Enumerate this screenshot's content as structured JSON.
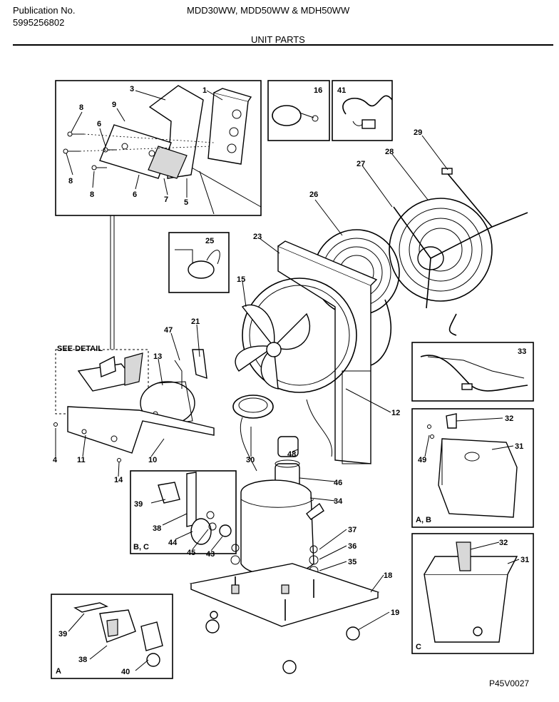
{
  "header": {
    "publication_label": "Publication No.",
    "publication_number": "5995256802",
    "models": "MDD30WW, MDD50WW & MDH50WW",
    "section_title": "UNIT PARTS"
  },
  "footer": {
    "drawing_code": "P45V0027"
  },
  "panels": {
    "see_detail": "SEE DETAIL",
    "label_ab": "A, B",
    "label_bc": "B, C",
    "label_a": "A",
    "label_c": "C"
  },
  "callouts": [
    {
      "id": "c1",
      "text": "1"
    },
    {
      "id": "c3",
      "text": "3"
    },
    {
      "id": "c9",
      "text": "9"
    },
    {
      "id": "c8a",
      "text": "8"
    },
    {
      "id": "c8b",
      "text": "8"
    },
    {
      "id": "c8c",
      "text": "8"
    },
    {
      "id": "c6a",
      "text": "6"
    },
    {
      "id": "c6b",
      "text": "6"
    },
    {
      "id": "c7",
      "text": "7"
    },
    {
      "id": "c5",
      "text": "5"
    },
    {
      "id": "c16",
      "text": "16"
    },
    {
      "id": "c41",
      "text": "41"
    },
    {
      "id": "c29",
      "text": "29"
    },
    {
      "id": "c28",
      "text": "28"
    },
    {
      "id": "c27",
      "text": "27"
    },
    {
      "id": "c26",
      "text": "26"
    },
    {
      "id": "c25",
      "text": "25"
    },
    {
      "id": "c23",
      "text": "23"
    },
    {
      "id": "c15",
      "text": "15"
    },
    {
      "id": "c21",
      "text": "21"
    },
    {
      "id": "c47",
      "text": "47"
    },
    {
      "id": "c13",
      "text": "13"
    },
    {
      "id": "c33",
      "text": "33"
    },
    {
      "id": "c12",
      "text": "12"
    },
    {
      "id": "c32a",
      "text": "32"
    },
    {
      "id": "c31a",
      "text": "31"
    },
    {
      "id": "c49",
      "text": "49"
    },
    {
      "id": "c4",
      "text": "4"
    },
    {
      "id": "c11",
      "text": "11"
    },
    {
      "id": "c10",
      "text": "10"
    },
    {
      "id": "c14",
      "text": "14"
    },
    {
      "id": "c30",
      "text": "30"
    },
    {
      "id": "c48",
      "text": "48"
    },
    {
      "id": "c46",
      "text": "46"
    },
    {
      "id": "c34",
      "text": "34"
    },
    {
      "id": "c39a",
      "text": "39"
    },
    {
      "id": "c38a",
      "text": "38"
    },
    {
      "id": "c44",
      "text": "44"
    },
    {
      "id": "c45",
      "text": "45"
    },
    {
      "id": "c43",
      "text": "43"
    },
    {
      "id": "c37",
      "text": "37"
    },
    {
      "id": "c36",
      "text": "36"
    },
    {
      "id": "c35",
      "text": "35"
    },
    {
      "id": "c18",
      "text": "18"
    },
    {
      "id": "c19",
      "text": "19"
    },
    {
      "id": "c32b",
      "text": "32"
    },
    {
      "id": "c31b",
      "text": "31"
    },
    {
      "id": "c39b",
      "text": "39"
    },
    {
      "id": "c38b",
      "text": "38"
    },
    {
      "id": "c40",
      "text": "40"
    }
  ]
}
